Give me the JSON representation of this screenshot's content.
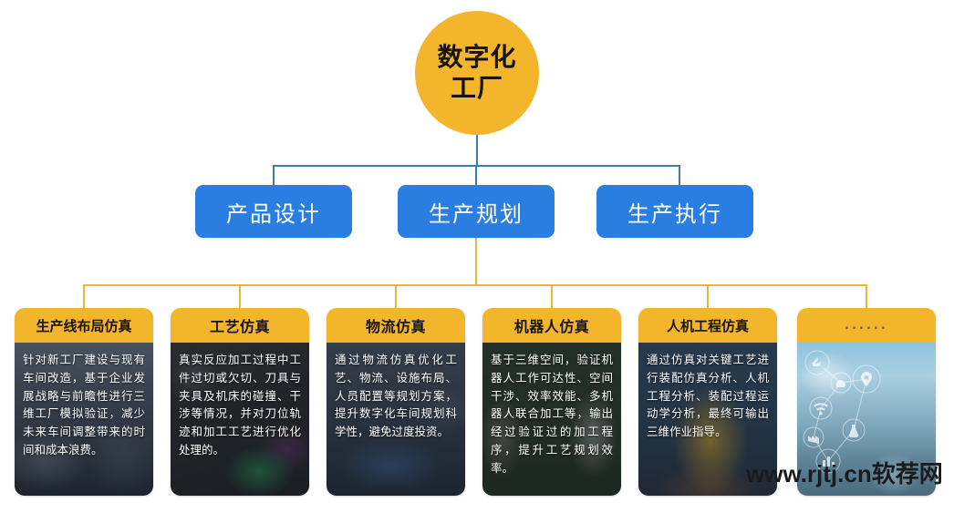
{
  "root": {
    "line1": "数字化",
    "line2": "工厂"
  },
  "level2": [
    {
      "label": "产品设计"
    },
    {
      "label": "生产规划"
    },
    {
      "label": "生产执行"
    }
  ],
  "level3": [
    {
      "title": "生产线布局仿真",
      "text": "针对新工厂建设与现有车间改造，基于企业发展战略与前瞻性进行三维工厂模拟验证，减少未来车间调整带来的时间和成本浪费。"
    },
    {
      "title": "工艺仿真",
      "text": "真实反应加工过程中工件过切或欠切、刀具与夹具及机床的碰撞、干涉等情况，并对刀位轨迹和加工工艺进行优化处理的。"
    },
    {
      "title": "物流仿真",
      "text": "通过物流仿真优化工艺、物流、设施布局、人员配置等规划方案，提升数字化车间规划科学性，避免过度投资。"
    },
    {
      "title": "机器人仿真",
      "text": "基于三维空间，验证机器人工作可达性、空间干涉、效率效能、多机器人联合加工等，输出经过验证过的加工程序，提升工艺规划效率。"
    },
    {
      "title": "人机工程仿真",
      "text": "通过仿真对关键工艺进行装配仿真分析、人机工程分析、装配过程运动学分析，最终可输出三维作业指导。"
    },
    {
      "title": "......",
      "text": ""
    }
  ],
  "watermark": "www.rjtj.cn软荐网",
  "colors": {
    "accent_amber": "#f3b52c",
    "accent_blue": "#2a7de1",
    "connector_blue": "#3d7ea6",
    "connector_orange": "#eeb339",
    "background": "#ffffff"
  }
}
